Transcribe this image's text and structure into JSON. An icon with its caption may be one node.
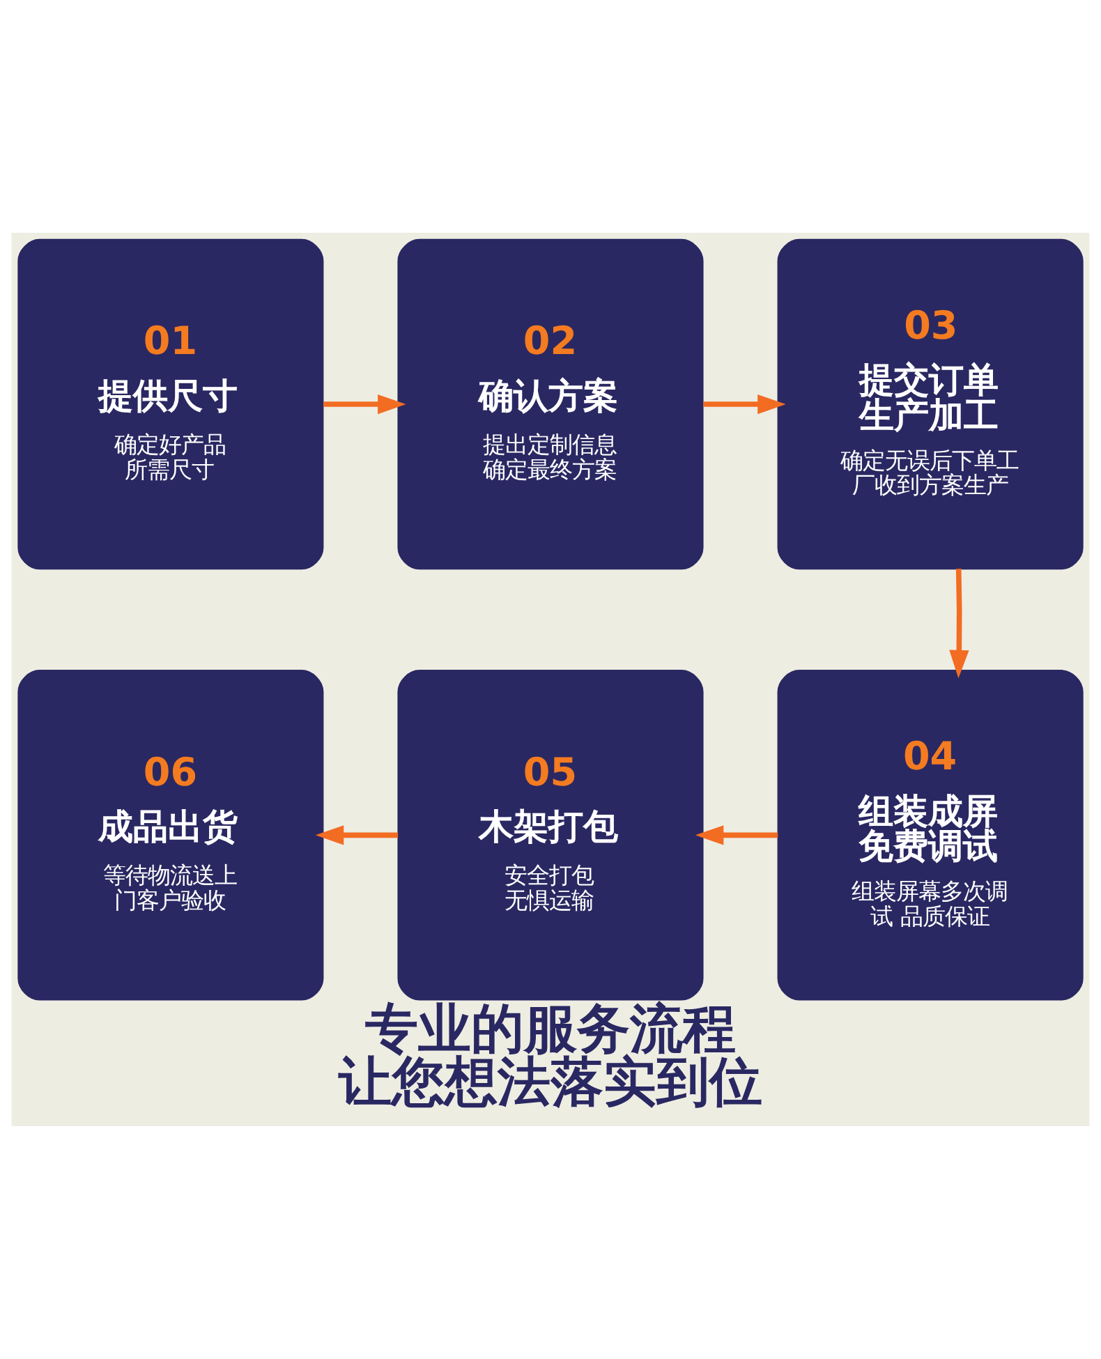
{
  "diagram": {
    "title": "专业的服务流程",
    "caption": "让您想法落实到位",
    "nodes": [
      {
        "text": [
          "01",
          "提供尺寸",
          "确定好产品所需尺寸"
        ]
      },
      {
        "text": [
          "02",
          "确认方案",
          "提出定制信息确定最终方案"
        ]
      },
      {
        "text": [
          "03",
          "提交订单生产加工",
          "确定无误后下单工厂收到方案生产"
        ]
      },
      {
        "text": [
          "06",
          "成品出货",
          "等待物流送上门客户验收"
        ]
      },
      {
        "text": [
          "05",
          "木架打包",
          "安全打包无惧运输"
        ]
      },
      {
        "text": [
          "04",
          "组装成屏免费调试",
          "组装屏幕多次调试 品质保证"
        ]
      }
    ],
    "edges": [
      {
        "from": 0,
        "to": 1,
        "arrow": "to"
      },
      {
        "from": 1,
        "to": 2,
        "arrow": "to"
      },
      {
        "from": 2,
        "to": 5,
        "arrow": "to"
      },
      {
        "from": 5,
        "to": 4,
        "arrow": "to"
      },
      {
        "from": 4,
        "to": 3,
        "arrow": "to"
      }
    ]
  }
}
